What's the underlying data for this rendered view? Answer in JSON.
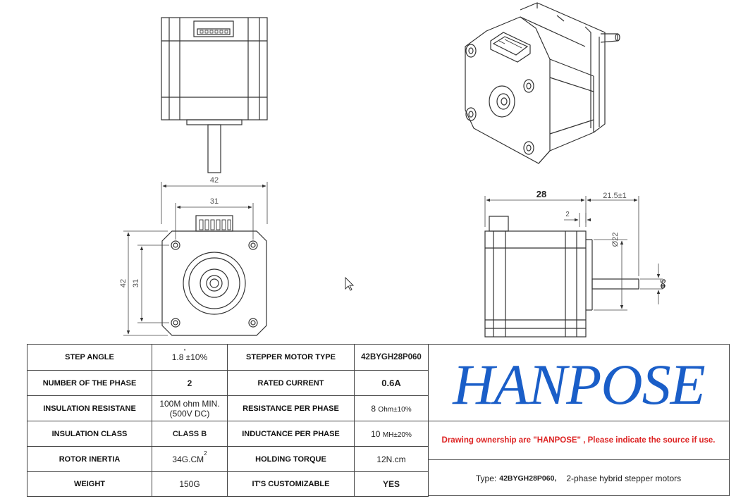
{
  "dimensions": {
    "width_42": "42",
    "hole_31": "31",
    "side_42": "42",
    "side_31": "31",
    "depth_28": "28",
    "shaft_21_5": "21.5±1",
    "flange_2": "2",
    "boss_22": "Ø22",
    "shaft_5": "Φ5"
  },
  "specs": {
    "rows": [
      {
        "label1": "STEP ANGLE",
        "value1": "1.8",
        "value1_sup": "°",
        "value1_suffix": "±10%",
        "label2": "STEPPER MOTOR TYPE",
        "value2": "42BYGH28P060"
      },
      {
        "label1": "NUMBER OF THE PHASE",
        "value1": "2",
        "label2": "RATED CURRENT",
        "value2": "0.6A"
      },
      {
        "label1": "INSULATION RESISTANE",
        "value1_line1": "100M ohm MIN.",
        "value1_line2": "(500V DC)",
        "label2": "RESISTANCE PER PHASE",
        "value2_main": "8",
        "value2_small": "Ohm±10%"
      },
      {
        "label1": "INSULATION CLASS",
        "value1": "CLASS B",
        "label2": "INDUCTANCE PER PHASE",
        "value2_main": "10",
        "value2_small": "MH±20%"
      },
      {
        "label1": "ROTOR INERTIA",
        "value1": "34G.CM",
        "value1_sup": "2",
        "label2": "HOLDING TORQUE",
        "value2": "12N.cm"
      },
      {
        "label1": "WEIGHT",
        "value1": "150G",
        "label2": "IT'S CUSTOMIZABLE",
        "value2": "YES"
      }
    ]
  },
  "brand": {
    "logo": "HANPOSE",
    "ownership_note": "Drawing ownership are \"HANPOSE\" , Please indicate the source if use.",
    "type_label": "Type:",
    "type_model": "42BYGH28P060,",
    "type_desc": "2-phase hybrid stepper motors"
  },
  "colors": {
    "logo_blue": "#1a5ec8",
    "note_red": "#dd2222",
    "line": "#333333"
  }
}
